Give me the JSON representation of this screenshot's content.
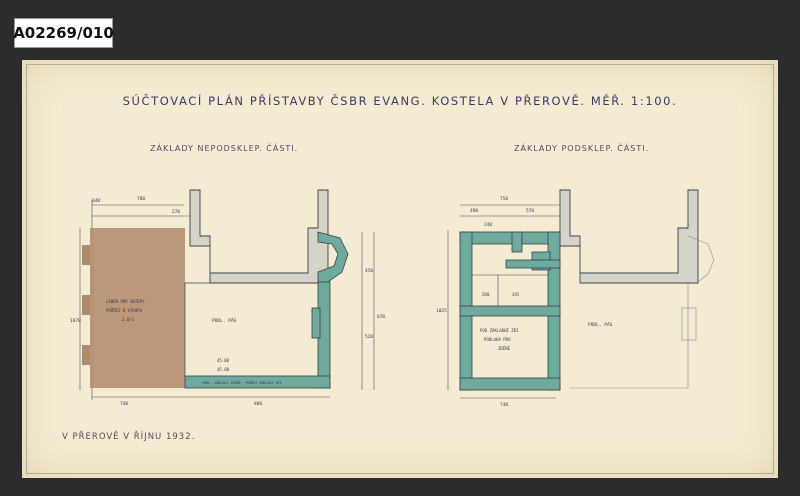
{
  "archive_id": "A02269/010",
  "title": "SÚČTOVACÍ PLÁN PŘÍSTAVBY ČSBR EVANG. KOSTELA V PŘEROVĚ. MĚŘ. 1:100.",
  "left_plan": {
    "caption": "ZÁKLADY NEPODSKLEP. ČÁSTI.",
    "dims": {
      "top_total": "780",
      "top_a": "640",
      "top_b": "270",
      "bottom_a": "740",
      "bottom_b": "880",
      "right_total": "870",
      "right_a": "450",
      "right_b": "520",
      "left_total": "1070",
      "inner_1": "45.00",
      "inner_2": "45.00"
    },
    "labels": {
      "brown_area_line1": "LÁHER PRO SKIEPY",
      "brown_area_line2": "PRŮŘEZ K VÝKOPU",
      "brown_area_line3": "2.0/1",
      "main_room": "PODL. PÁS",
      "bottom_strip": "PODL. ZÁKLADY ZDĚNÉ, PRŮŘEZ ZÁKLADY ZDI"
    }
  },
  "right_plan": {
    "caption": "ZÁKLADY PODSKLEP. ČÁSTI.",
    "dims": {
      "top_total": "750",
      "top_a": "490",
      "top_b": "570",
      "inner_a": "240",
      "bottom_total": "740",
      "left_total": "1025",
      "room_a": "280",
      "room_b": "345"
    },
    "labels": {
      "basement_line1": "POD ZÁKLADNÍ ZDÍ",
      "basement_line2": "PODLAHA PRO",
      "basement_line3": "ZDĚNÉ",
      "main_room": "PODL. PÁS"
    }
  },
  "footer": "V PŘEROVĚ V ŘÍJNU 1932.",
  "colors": {
    "paper": "#f4ecd2",
    "wall_fill": "#d6d3c8",
    "wall_stroke": "#3d3d52",
    "teal": "#6fab9c",
    "brown": "#b08a6a",
    "ink": "#3a3a66",
    "background": "#2c2c2e"
  }
}
